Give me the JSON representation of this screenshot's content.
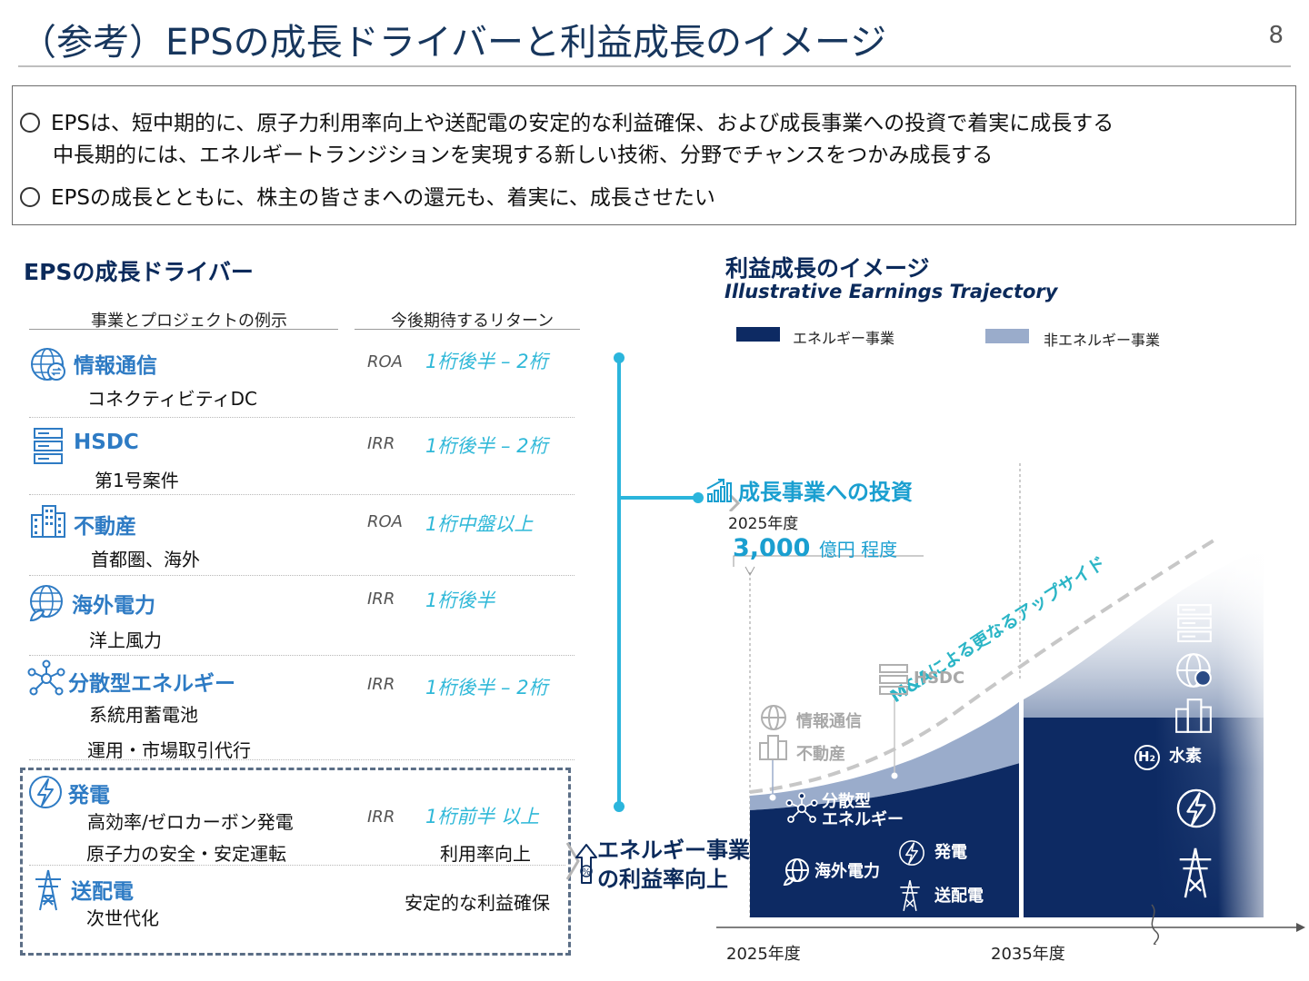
{
  "header": {
    "title": "（参考）EPSの成長ドライバーと利益成長のイメージ",
    "page_number": "8"
  },
  "summary": {
    "bullet1_line1": "EPSは、短中期的に、原子力利用率向上や送配電の安定的な利益確保、および成長事業への投資で着実に成長する",
    "bullet1_line2": "中長期的には、エネルギートランジションを実現する新しい技術、分野でチャンスをつかみ成長する",
    "bullet2": "EPSの成長とともに、株主の皆さまへの還元も、着実に、成長させたい"
  },
  "left": {
    "section_title": "EPSの成長ドライバー",
    "col_project": "事業とプロジェクトの例示",
    "col_return": "今後期待するリターン",
    "drivers": [
      {
        "name": "情報通信",
        "sub": "コネクティビティDC",
        "metric": "ROA",
        "return": "1桁後半 – 2桁",
        "icon": "globe-data-icon"
      },
      {
        "name": "HSDC",
        "sub": "第1号案件",
        "metric": "IRR",
        "return": "1桁後半 – 2桁",
        "icon": "server-rack-icon"
      },
      {
        "name": "不動産",
        "sub": "首都圏、海外",
        "metric": "ROA",
        "return": "1桁中盤以上",
        "icon": "buildings-icon"
      },
      {
        "name": "海外電力",
        "sub": "洋上風力",
        "metric": "IRR",
        "return": "1桁後半",
        "icon": "globe-leaf-icon"
      },
      {
        "name": "分散型エネルギー",
        "sub": "系統用蓄電池",
        "sub2": "運用・市場取引代行",
        "metric": "IRR",
        "return": "1桁後半 – 2桁",
        "icon": "network-nodes-icon"
      }
    ],
    "power": {
      "name": "発電",
      "sub1": "高効率/ゼロカーボン発電",
      "sub2": "原子力の安全・安定運転",
      "metric": "IRR",
      "return": "1桁前半 以上",
      "return2": "利用率向上"
    },
    "grid": {
      "name": "送配電",
      "sub": "次世代化",
      "return": "安定的な利益確保"
    },
    "energy_label_line1": "エネルギー事業",
    "energy_label_line2": "の利益率向上"
  },
  "right": {
    "section_title": "利益成長のイメージ",
    "section_subtitle": "Illustrative Earnings Trajectory",
    "legend": [
      {
        "label": "エネルギー事業",
        "color": "#0d2a63"
      },
      {
        "label": "非エネルギー事業",
        "color": "#9aaccb"
      }
    ],
    "invest_title": "成長事業への投資",
    "invest_year": "2025年度",
    "invest_amount": "3,000",
    "invest_unit": "億円 程度",
    "upside_label": "M&Aによる更なるアップサイド",
    "labels": {
      "hsdc": "HSDC",
      "info": "情報通信",
      "realestate": "不動産",
      "dist_line1": "分散型",
      "dist_line2": "エネルギー",
      "overseas": "海外電力",
      "power": "発電",
      "grid": "送配電",
      "hydrogen": "水素",
      "h2_symbol": "H₂"
    },
    "x_axis": [
      "2025年度",
      "2035年度"
    ]
  }
}
